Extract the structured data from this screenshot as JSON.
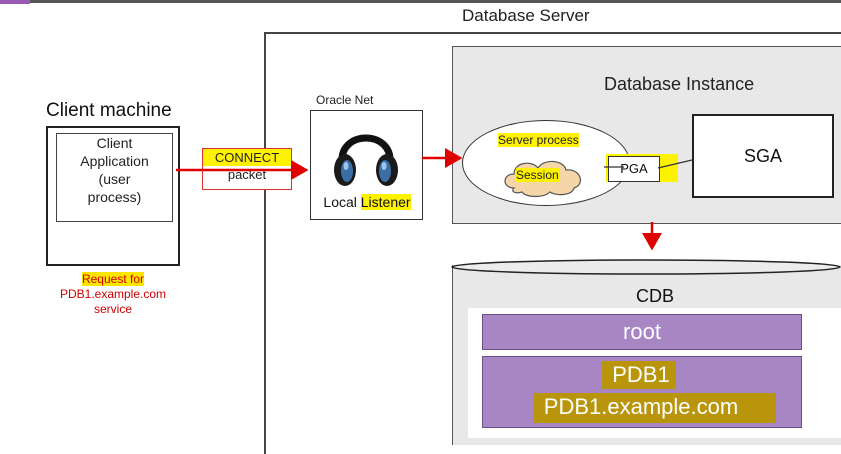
{
  "server": {
    "title": "Database Server"
  },
  "client": {
    "title": "Client machine",
    "app_lines": [
      "Client",
      "Application",
      "(user",
      "process)"
    ],
    "request_lines": [
      "Request for",
      "PDB1.example.com",
      "service"
    ]
  },
  "connect": {
    "lines": [
      "CONNECT",
      "packet"
    ]
  },
  "oracle_net": {
    "title": "Oracle Net",
    "listener_prefix": "Local ",
    "listener_word": "Listener"
  },
  "instance": {
    "title": "Database Instance",
    "server_process": "Server process",
    "session": "Session",
    "pga": "PGA",
    "sga": "SGA"
  },
  "cdb": {
    "label": "CDB",
    "root": "root",
    "pdb_name": "PDB1",
    "pdb_service": "PDB1.example.com"
  },
  "colors": {
    "arrow": "#e00000",
    "highlight": "#fff200",
    "container": "#a886c4",
    "gold": "#b8950a"
  },
  "icons": {
    "listener": "headphones-icon"
  }
}
